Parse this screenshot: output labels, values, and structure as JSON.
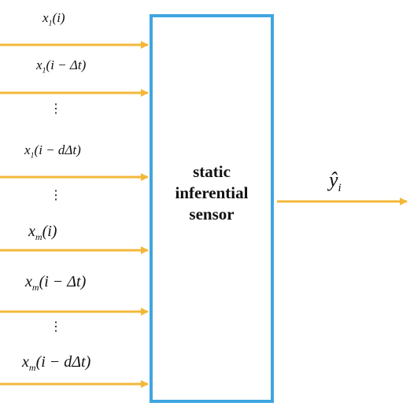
{
  "diagram": {
    "block_label": "static\ninferential\nsensor",
    "inputs": [
      {
        "label": "x1(i)",
        "var": "x",
        "sub": "1",
        "arg": "(i)"
      },
      {
        "label": "x1(i−Δt)",
        "var": "x",
        "sub": "1",
        "arg": "(i − Δt)"
      },
      {
        "label": "x1(i−dΔt)",
        "var": "x",
        "sub": "1",
        "arg": "(i − dΔt)"
      },
      {
        "label": "xm(i)",
        "var": "x",
        "sub": "m",
        "arg": "(i)"
      },
      {
        "label": "xm(i−Δt)",
        "var": "x",
        "sub": "m",
        "arg": "(i − Δt)"
      },
      {
        "label": "xm(i−dΔt)",
        "var": "x",
        "sub": "m",
        "arg": "(i − dΔt)"
      }
    ],
    "ellipsis": "⋮",
    "output": {
      "label": "ŷi",
      "var": "ŷ",
      "sub": "i"
    },
    "colors": {
      "arrow": "#f3b83a",
      "block_border": "#3fa6e0",
      "text": "#111111"
    }
  }
}
